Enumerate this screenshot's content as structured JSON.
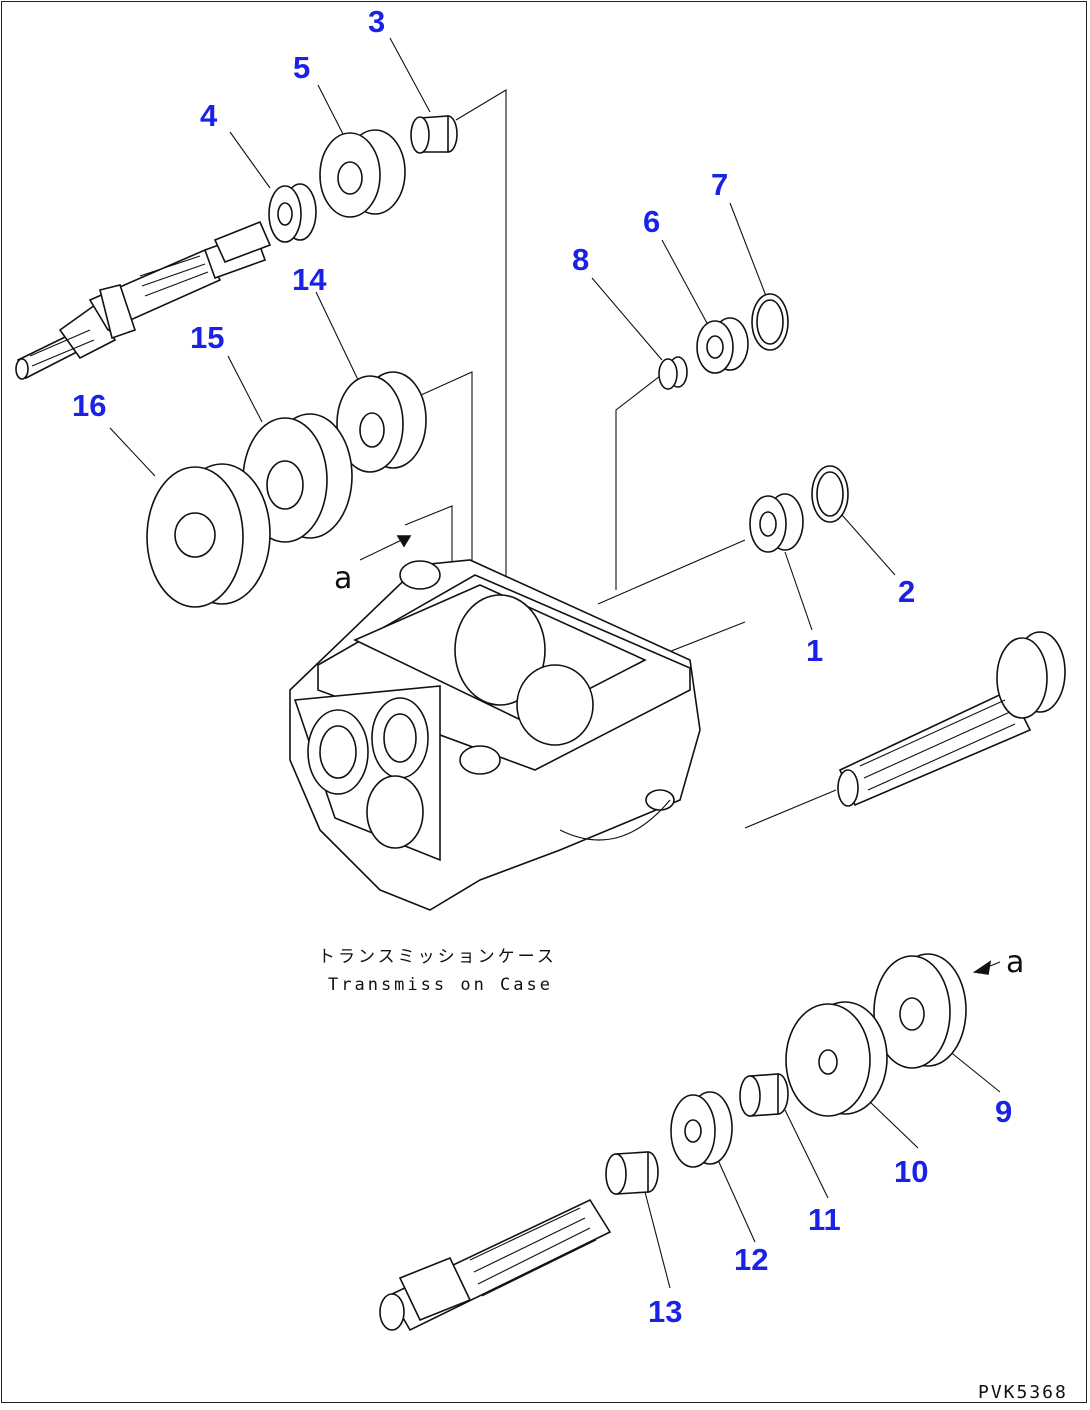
{
  "diagram": {
    "callouts": [
      "1",
      "2",
      "3",
      "4",
      "5",
      "6",
      "7",
      "8",
      "9",
      "10",
      "11",
      "12",
      "13",
      "14",
      "15",
      "16"
    ],
    "case_label_jp": "トランスミッションケース",
    "case_label_en": "Transmiss on Case",
    "view_marker": "a",
    "drawing_code": "PVK5368",
    "colors": {
      "callout": "#1a22e6",
      "line": "#111111",
      "background": "#ffffff"
    }
  }
}
